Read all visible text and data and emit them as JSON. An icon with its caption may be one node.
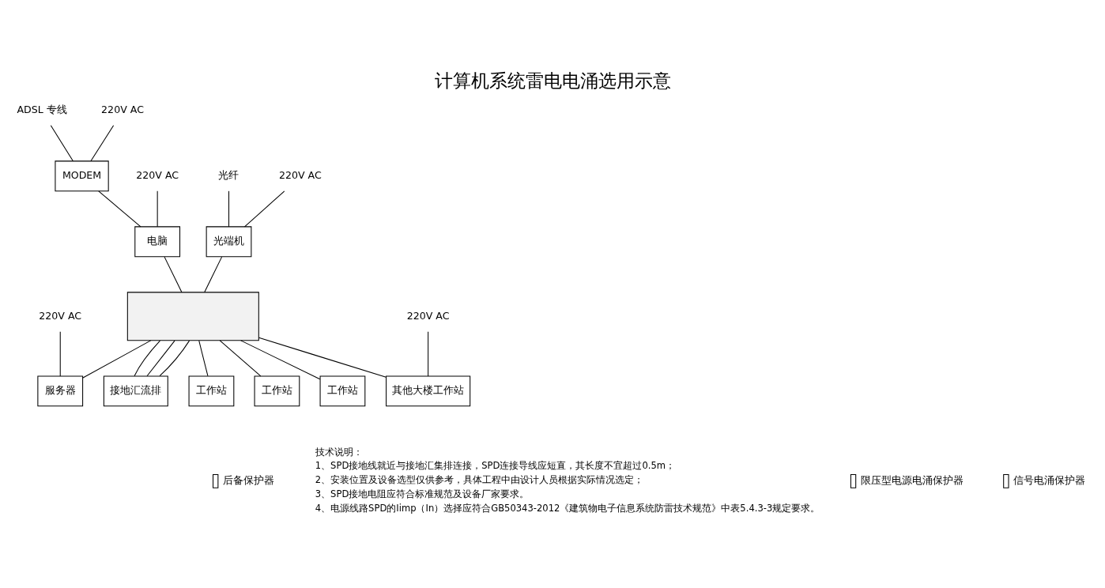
{
  "diagram": {
    "title": "计算机系统雷电电涌选用示意",
    "nodes": [
      {
        "text": [
          "ADSL 专线"
        ]
      },
      {
        "text": [
          "MODEM"
        ]
      },
      {
        "text": [
          "电脑"
        ]
      },
      {
        "text": [
          "光纤"
        ]
      },
      {
        "text": [
          "光端机"
        ]
      },
      {
        "text": [],
        "shape": "box"
      },
      {
        "text": [
          "接地汇流排"
        ]
      },
      {
        "text": [
          "服务器"
        ]
      },
      {
        "text": [
          "其他大楼工作站"
        ]
      },
      {
        "text": [
          "工作站"
        ]
      },
      {
        "text": [
          "工作站"
        ]
      },
      {
        "text": [
          "工作站"
        ]
      },
      {
        "text": [
          "220V AC"
        ]
      },
      {
        "text": [
          "220V AC"
        ]
      },
      {
        "text": [
          "220V AC"
        ]
      },
      {
        "text": [
          "220V AC"
        ]
      },
      {
        "text": [
          "220V AC"
        ]
      }
    ],
    "edges": [
      {
        "from": 0,
        "to": 1,
        "arrow": "none"
      },
      {
        "from": 12,
        "to": 1,
        "arrow": "none"
      },
      {
        "from": 1,
        "to": 2,
        "arrow": "none"
      },
      {
        "from": 3,
        "to": 4,
        "arrow": "none"
      },
      {
        "from": 13,
        "to": 4,
        "arrow": "none"
      },
      {
        "from": 14,
        "to": 2,
        "arrow": "none"
      },
      {
        "from": 4,
        "to": 5,
        "arrow": "none"
      },
      {
        "from": 2,
        "to": 5,
        "arrow": "none"
      },
      {
        "from": 5,
        "to": 6,
        "arrow": "none"
      },
      {
        "from": 5,
        "to": 6,
        "arrow": "none"
      },
      {
        "from": 5,
        "to": 6,
        "arrow": "none"
      },
      {
        "from": 5,
        "to": 7,
        "arrow": "none"
      },
      {
        "from": 15,
        "to": 7,
        "arrow": "none"
      },
      {
        "from": 5,
        "to": 8,
        "arrow": "none"
      },
      {
        "from": 5,
        "to": 9,
        "arrow": "none"
      },
      {
        "from": 5,
        "to": 10,
        "arrow": "none"
      },
      {
        "from": 5,
        "to": 11,
        "arrow": "none"
      },
      {
        "from": 16,
        "to": 8,
        "arrow": "none"
      }
    ],
    "labels": [
      "技术说明：",
      "1、SPD接地线就近与接地汇集排连接，SPD连接导线应短直，其长度不宜超过0.5m；",
      "2、安装位置及设备选型仅供参考，具体工程中由设计人员根据实际情况选定；",
      "3、SPD接地电阻应符合标准规范及设备厂家要求。",
      "4、电源线路SPD的Iimp（In）选择应符合GB50343-2012《建筑物电子信息系统防雷技术规范》中表5.4.3-3规定要求。"
    ],
    "legend": [
      {
        "text": "后备保护器"
      },
      {
        "text": "限压型电源电涌保护器"
      },
      {
        "text": "信号电涌保护器"
      }
    ]
  }
}
